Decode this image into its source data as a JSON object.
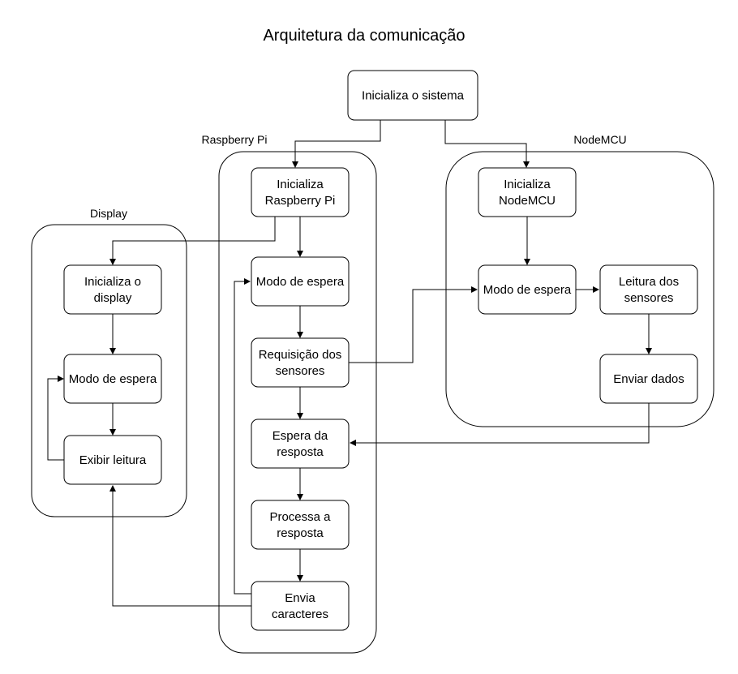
{
  "title": "Arquitetura da comunicação",
  "groups": {
    "raspberry": {
      "label": "Raspberry Pi"
    },
    "nodemcu": {
      "label": "NodeMCU"
    },
    "display": {
      "label": "Display"
    }
  },
  "nodes": {
    "inicializa_sistema": [
      "Inicializa o sistema"
    ],
    "rpi_inicializa": [
      "Inicializa",
      "Raspberry Pi"
    ],
    "rpi_modo_espera": [
      "Modo de espera"
    ],
    "rpi_requisicao": [
      "Requisição dos",
      "sensores"
    ],
    "rpi_espera_resposta": [
      "Espera da",
      "resposta"
    ],
    "rpi_processa": [
      "Processa a",
      "resposta"
    ],
    "rpi_envia": [
      "Envia",
      "caracteres"
    ],
    "node_inicializa": [
      "Inicializa",
      "NodeMCU"
    ],
    "node_modo_espera": [
      "Modo de espera"
    ],
    "node_leitura": [
      "Leitura dos",
      "sensores"
    ],
    "node_enviar": [
      "Enviar dados"
    ],
    "disp_inicializa": [
      "Inicializa o",
      "display"
    ],
    "disp_modo_espera": [
      "Modo de espera"
    ],
    "disp_exibir": [
      "Exibir leitura"
    ]
  }
}
